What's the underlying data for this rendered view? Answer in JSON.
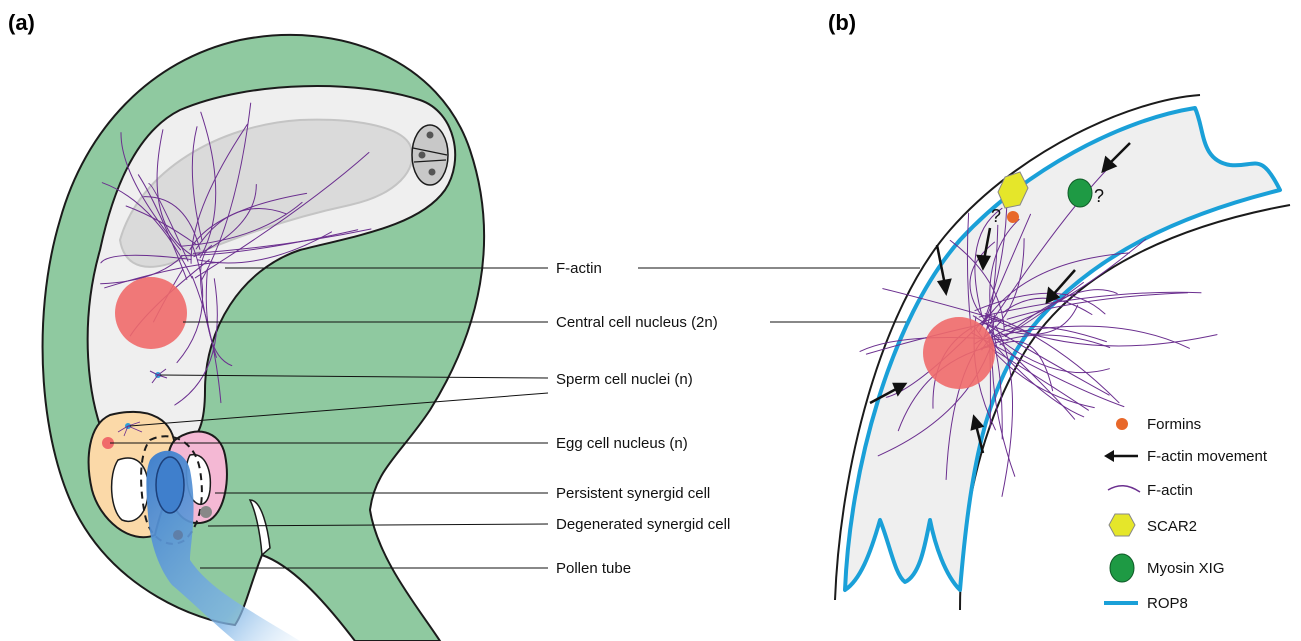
{
  "panels": {
    "a": "(a)",
    "b": "(b)"
  },
  "labels_a": {
    "f_actin": "F-actin",
    "central_nucleus": "Central cell nucleus (2n)",
    "sperm_nuclei": "Sperm cell nuclei (n)",
    "egg_nucleus": "Egg cell nucleus (n)",
    "persistent_synergid": "Persistent synergid cell",
    "degenerated_synergid": "Degenerated synergid cell",
    "pollen_tube": "Pollen tube"
  },
  "question_marks": [
    "?",
    "?"
  ],
  "legend": [
    {
      "label": "Formins",
      "icon": "orange-dot-icon"
    },
    {
      "label": "F-actin movement",
      "icon": "arrow-left-icon"
    },
    {
      "label": "F-actin",
      "icon": "purple-curve-icon"
    },
    {
      "label": "SCAR2",
      "icon": "yellow-hexagon-icon"
    },
    {
      "label": "Myosin XIG",
      "icon": "green-ellipse-icon"
    },
    {
      "label": "ROP8",
      "icon": "blue-line-icon"
    }
  ],
  "colors": {
    "ovule_green": "#8fc9a0",
    "cell_grey": "#efefef",
    "nucleus_red": "#f06a6a",
    "factin_purple": "#6b2f8f",
    "rop8_blue": "#1aa0d8",
    "formin_orange": "#e8682a",
    "scar2_yellow": "#e5e62a",
    "myosin_green": "#1e9a44",
    "egg_cell": "#fbd9a8",
    "synergid_pink": "#f4b8d4",
    "pollen_blue": "#4a8ad0"
  }
}
